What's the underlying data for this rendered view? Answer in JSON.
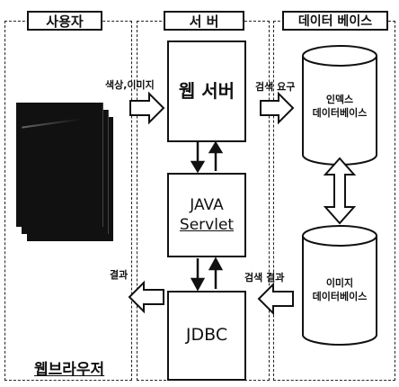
{
  "lanes": {
    "user": "사용자",
    "server": "서 버",
    "database": "데이터 베이스"
  },
  "nodes": {
    "web_server": "웹 서버",
    "servlet_line1": "JAVA",
    "servlet_line2": "Servlet",
    "jdbc": "JDBC",
    "index_db_line1": "인덱스",
    "index_db_line2": "데이터베이스",
    "image_db_line1": "이미지",
    "image_db_line2": "데이터베이스",
    "web_browser": "웹브라우저"
  },
  "labels": {
    "color_image": "색상,이미지",
    "search_request": "검색 요구",
    "result": "결과",
    "search_result": "검색 결과"
  }
}
